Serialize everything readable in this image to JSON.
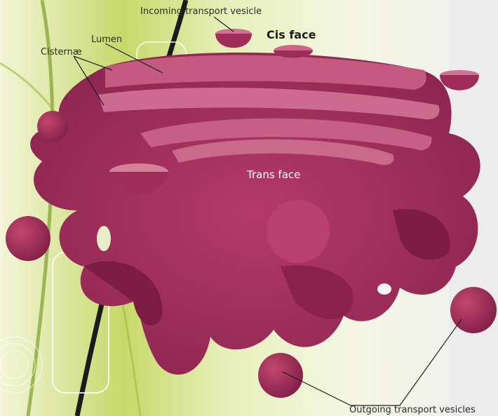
{
  "labels": {
    "incoming": "Incoming transport vesicle",
    "cis_face": "Cis face",
    "lumen": "Lumen",
    "cisternae": "Cisternæ",
    "trans_face": "Trans face",
    "outgoing": "Outgoing transport vesicles"
  },
  "colors": {
    "golgi_body": "#a8305c",
    "golgi_dark": "#7e1d43",
    "golgi_top": "#cf6d8d",
    "background_green": "#c9d77a",
    "background_right": "#eeeeee"
  }
}
